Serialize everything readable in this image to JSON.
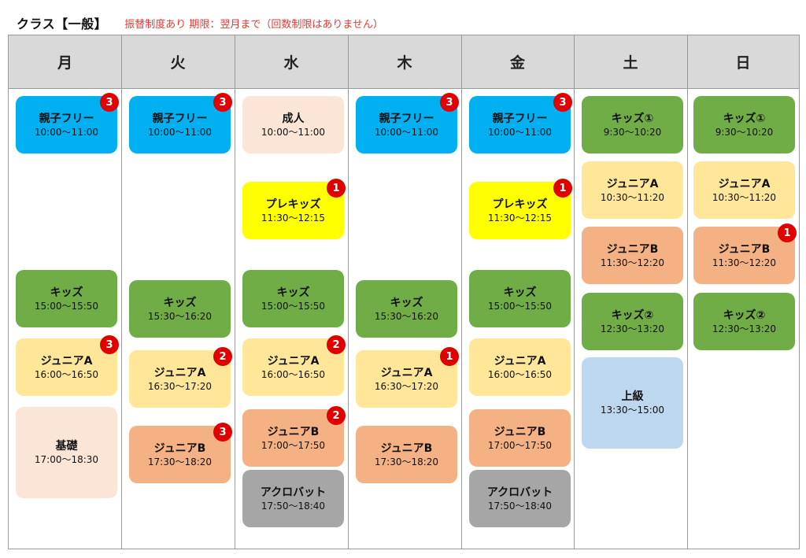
{
  "header": {
    "title": "クラス【一般】",
    "note": "振替制度あり 期限：翌月まで（回数制限はありません）"
  },
  "days": [
    "月",
    "火",
    "水",
    "木",
    "金",
    "土",
    "日"
  ],
  "classes": {
    "mon": [
      {
        "name": "親子フリー",
        "time": "10:00～11:00",
        "badge": "3"
      },
      {
        "name": "キッズ",
        "time": "15:00～15:50"
      },
      {
        "name": "ジュニアA",
        "time": "16:00～16:50",
        "badge": "3"
      },
      {
        "name": "基礎",
        "time": "17:00～18:30"
      }
    ],
    "tue": [
      {
        "name": "親子フリー",
        "time": "10:00～11:00",
        "badge": "3"
      },
      {
        "name": "キッズ",
        "time": "15:30～16:20"
      },
      {
        "name": "ジュニアA",
        "time": "16:30～17:20",
        "badge": "2"
      },
      {
        "name": "ジュニアB",
        "time": "17:30～18:20",
        "badge": "3"
      }
    ],
    "wed": [
      {
        "name": "成人",
        "time": "10:00～11:00"
      },
      {
        "name": "プレキッズ",
        "time": "11:30～12:15",
        "badge": "1"
      },
      {
        "name": "キッズ",
        "time": "15:00～15:50"
      },
      {
        "name": "ジュニアA",
        "time": "16:00～16:50",
        "badge": "2"
      },
      {
        "name": "ジュニアB",
        "time": "17:00～17:50",
        "badge": "2"
      },
      {
        "name": "アクロバット",
        "time": "17:50～18:40"
      }
    ],
    "thu": [
      {
        "name": "親子フリー",
        "time": "10:00～11:00",
        "badge": "3"
      },
      {
        "name": "キッズ",
        "time": "15:30～16:20"
      },
      {
        "name": "ジュニアA",
        "time": "16:30～17:20",
        "badge": "1"
      },
      {
        "name": "ジュニアB",
        "time": "17:30～18:20"
      }
    ],
    "fri": [
      {
        "name": "親子フリー",
        "time": "10:00～11:00",
        "badge": "3"
      },
      {
        "name": "プレキッズ",
        "time": "11:30～12:15",
        "badge": "1"
      },
      {
        "name": "キッズ",
        "time": "15:00～15:50"
      },
      {
        "name": "ジュニアA",
        "time": "16:00～16:50"
      },
      {
        "name": "ジュニアB",
        "time": "17:00～17:50"
      },
      {
        "name": "アクロバット",
        "time": "17:50～18:40"
      }
    ],
    "sat": [
      {
        "name": "キッズ①",
        "time": "9:30～10:20"
      },
      {
        "name": "ジュニアA",
        "time": "10:30～11:20"
      },
      {
        "name": "ジュニアB",
        "time": "11:30～12:20"
      },
      {
        "name": "キッズ②",
        "time": "12:30～13:20"
      },
      {
        "name": "上級",
        "time": "13:30～15:00"
      }
    ],
    "sun": [
      {
        "name": "キッズ①",
        "time": "9:30～10:20"
      },
      {
        "name": "ジュニアA",
        "time": "10:30～11:20"
      },
      {
        "name": "ジュニアB",
        "time": "11:30～12:20",
        "badge": "1"
      },
      {
        "name": "キッズ②",
        "time": "12:30～13:20"
      }
    ]
  },
  "colors": {
    "oyako_free": "#00b0f0",
    "kids": "#70ad47",
    "prekids": "#ffff00",
    "junior_a": "#ffe699",
    "junior_b": "#f4b183",
    "adult_basic": "#fbe5d6",
    "acrobat": "#a6a6a6",
    "advanced": "#bdd7ee",
    "badge": "#e00000",
    "note_text": "#e53935",
    "header_bg": "#d9d9d9"
  }
}
